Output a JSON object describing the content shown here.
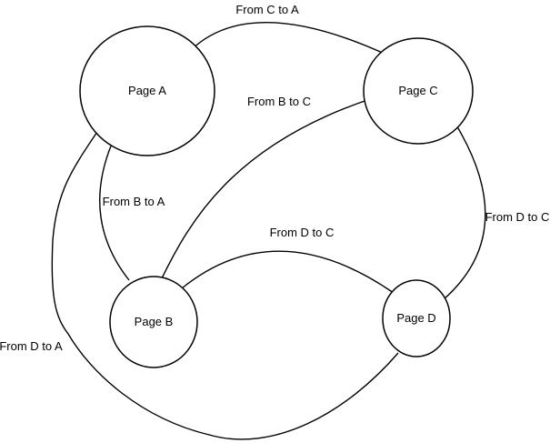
{
  "diagram": {
    "colors": {
      "background": "#ffffff",
      "stroke": "#000000",
      "text": "#000000"
    },
    "nodes": [
      {
        "label": "Page A"
      },
      {
        "label": "Page B"
      },
      {
        "label": "Page C"
      },
      {
        "label": "Page D"
      }
    ],
    "edges": [
      {
        "label": "From C to A"
      },
      {
        "label": "From B to C"
      },
      {
        "label": "From B to A"
      },
      {
        "label": "From D to C"
      },
      {
        "label": "From D to C"
      },
      {
        "label": "From D to A"
      }
    ]
  }
}
